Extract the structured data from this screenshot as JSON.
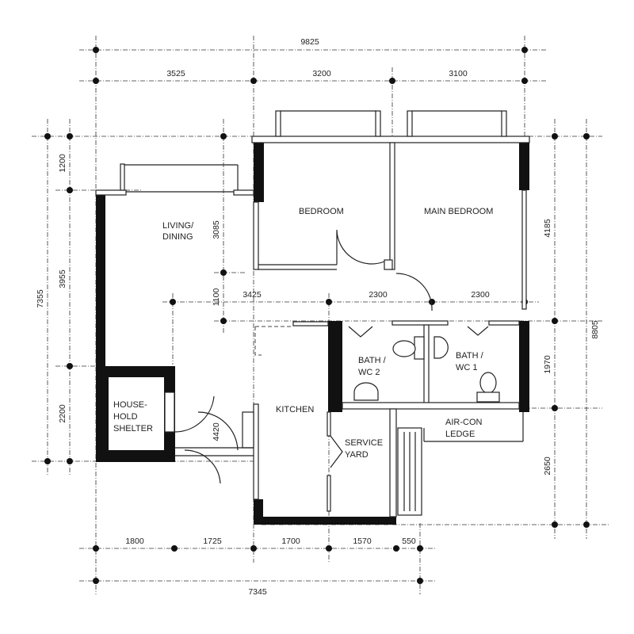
{
  "rooms": {
    "living": [
      "LIVING/",
      "DINING"
    ],
    "bedroom": "BEDROOM",
    "main_bedroom": "MAIN BEDROOM",
    "shelter": [
      "HOUSE-",
      "HOLD",
      "SHELTER"
    ],
    "kitchen": "KITCHEN",
    "service_yard": [
      "SERVICE",
      "YARD"
    ],
    "bath2": [
      "BATH /",
      "WC 2"
    ],
    "bath1": [
      "BATH /",
      "WC 1"
    ],
    "aircon": [
      "AIR-CON",
      "LEDGE"
    ]
  },
  "dimensions": {
    "top_total": "9825",
    "top": [
      "3525",
      "3200",
      "3100"
    ],
    "left_total": "7355",
    "left": [
      "1200",
      "3955",
      "2200"
    ],
    "right_total": "8805",
    "right": [
      "4185",
      "1970",
      "2650"
    ],
    "bottom_total": "7345",
    "bottom": [
      "1800",
      "1725",
      "1700",
      "1570",
      "550"
    ],
    "middle": [
      "3425",
      "2300",
      "2300"
    ],
    "inner_vertical": [
      "3085",
      "1100",
      "4420"
    ]
  }
}
